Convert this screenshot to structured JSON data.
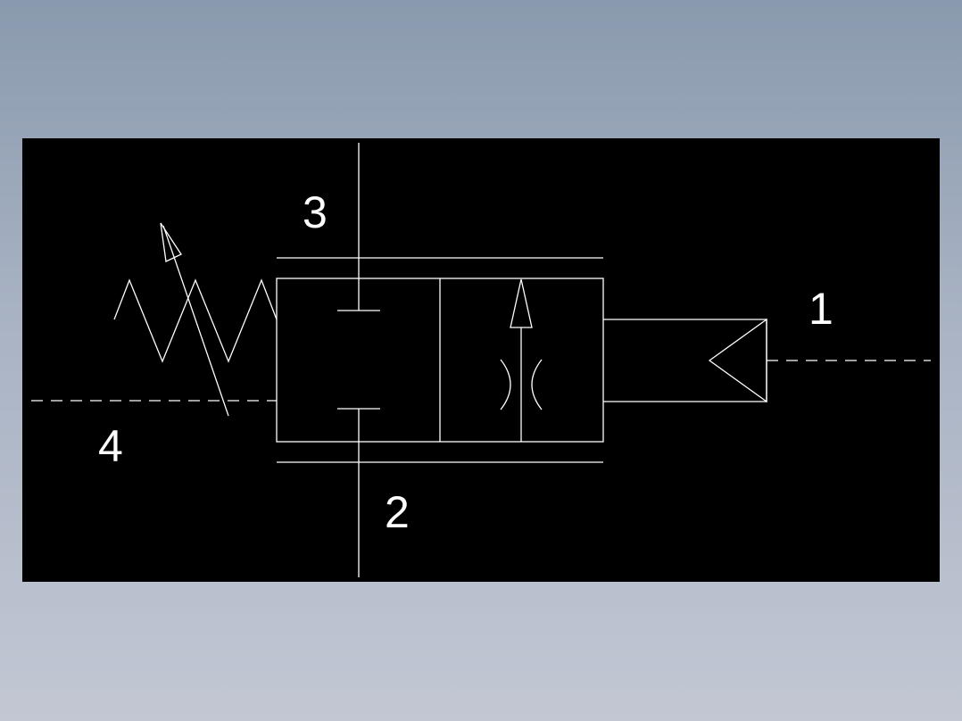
{
  "diagram": {
    "background_color": "#000000",
    "line_color": "#ffffff",
    "symbol": "valve-symbol",
    "ports": [
      {
        "id": "port-1",
        "label": "1"
      },
      {
        "id": "port-2",
        "label": "2"
      },
      {
        "id": "port-3",
        "label": "3"
      },
      {
        "id": "port-4",
        "label": "4"
      }
    ]
  }
}
